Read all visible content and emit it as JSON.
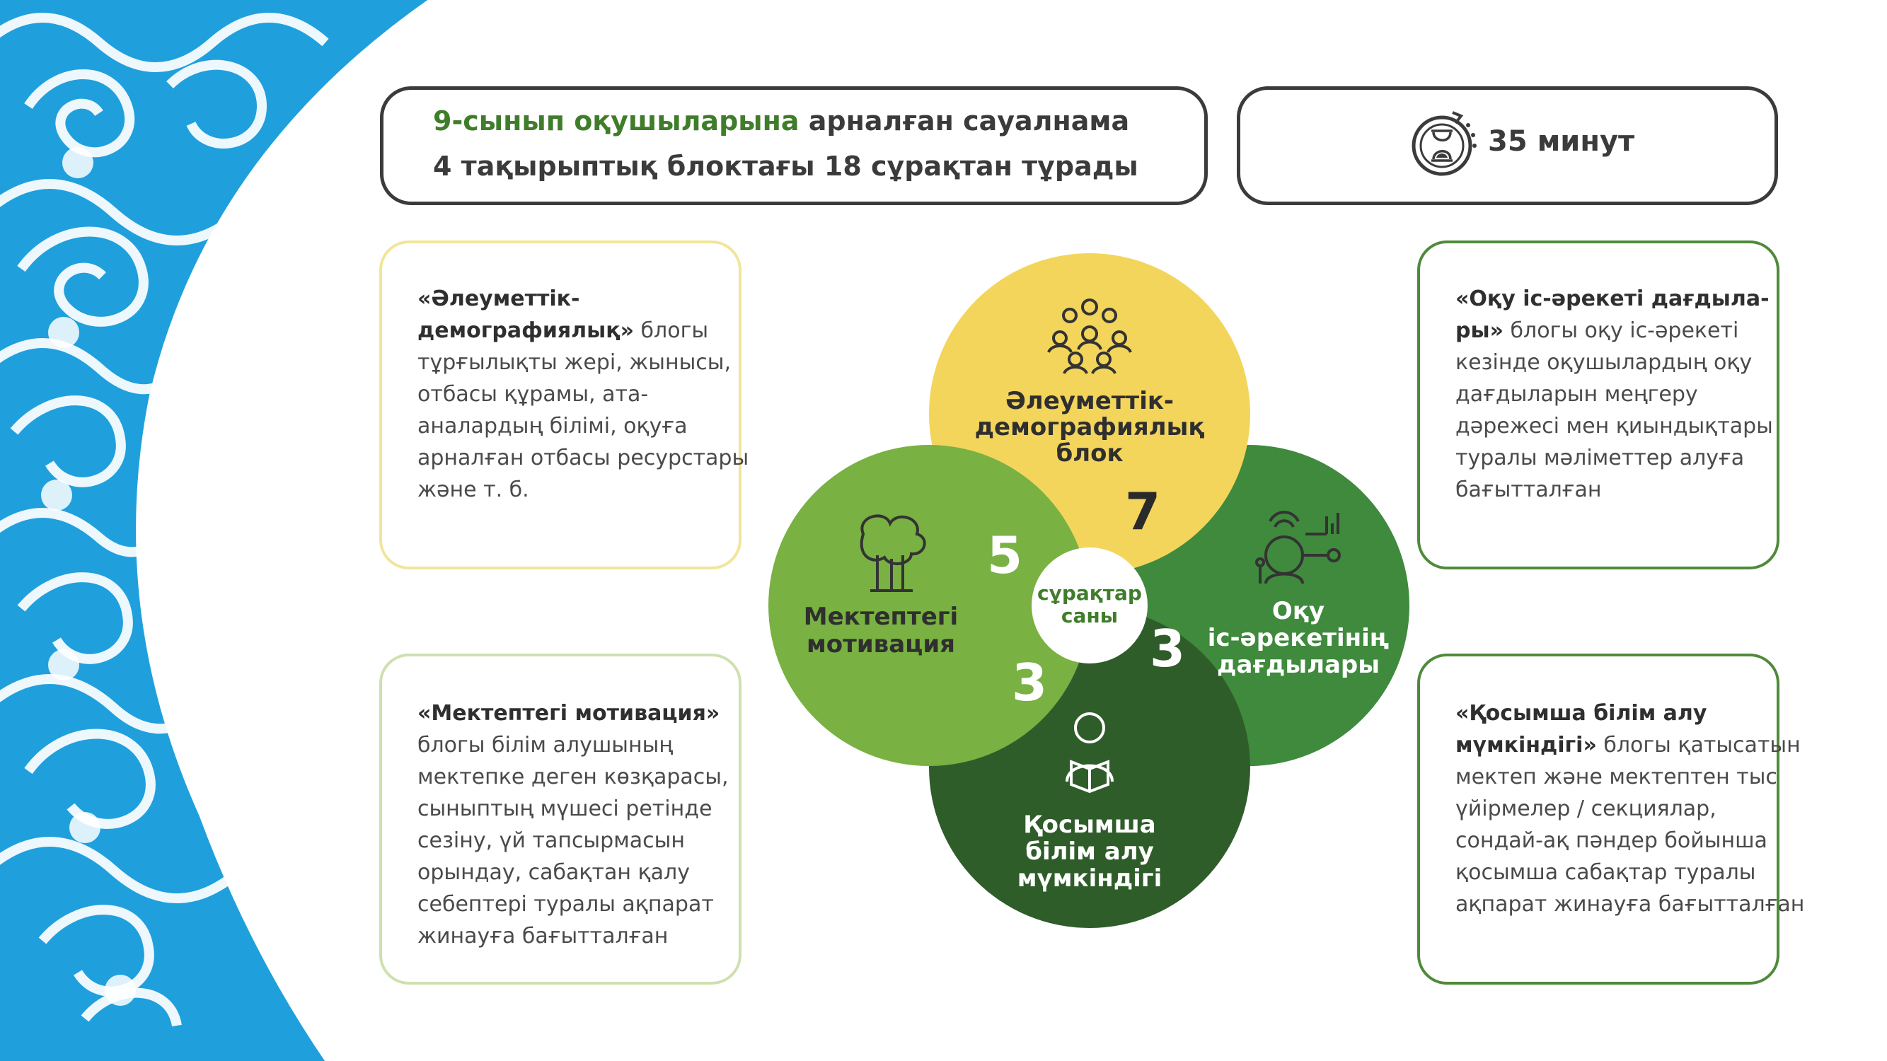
{
  "colors": {
    "yellow": "#f3d55c",
    "light_green": "#79b142",
    "green": "#3f8a3c",
    "dark_green": "#2f5d2a",
    "accent_text": "#3f7d2b",
    "ornament_blue": "#1fa0dd"
  },
  "header": {
    "line1_accent": "9-сынып оқушыларына",
    "line1_rest": " арналған сауалнама",
    "line2": "4 тақырыптық  блоктағы 18 сұрақтан тұрады"
  },
  "time": {
    "icon": "hourglass-timer-icon",
    "text": "35 минут"
  },
  "cards": {
    "social": {
      "title_1": "«Әлеуметтік-",
      "title_2": "демографиялық»",
      "line_2_rest": " блогы",
      "line_3": "тұрғылықты жері, жынысы,",
      "line_4": "отбасы құрамы, ата-",
      "line_5": "аналардың білімі, оқуға",
      "line_6": "арналған отбасы ресурстары",
      "line_7": "және т. б."
    },
    "learning": {
      "title_1": "«Оқу іс-әрекеті дағдыла-",
      "title_2": "ры»",
      "line_2_rest": " блогы оқу іс-әрекеті",
      "line_3": "кезінде оқушылардың оқу",
      "line_4": "дағдыларын меңгеру",
      "line_5": "дәрежесі мен қиындықтары",
      "line_6": "туралы мәліметтер алуға",
      "line_7": "бағытталған"
    },
    "motivation": {
      "title_1": "«Мектептегі мотивация»",
      "line_2": "блогы білім алушының",
      "line_3": "мектепке деген көзқарасы,",
      "line_4": "сыныптың мүшесі ретінде",
      "line_5": "сезіну, үй тапсырмасын",
      "line_6": "орындау, сабақтан қалу",
      "line_7": "себептері туралы ақпарат",
      "line_8": "жинауға бағытталған"
    },
    "extra": {
      "title_1": "«Қосымша білім алу",
      "title_2": "мүмкіндігі»",
      "line_2_rest": " блогы қатысатын",
      "line_3": "мектеп және мектептен тыс",
      "line_4": "үйірмелер / секциялар,",
      "line_5": "сондай-ақ пәндер бойынша",
      "line_6": "қосымша сабақтар туралы",
      "line_7": "ақпарат жинауға бағытталған"
    }
  },
  "diagram": {
    "center_line1": "сұрақтар",
    "center_line2": "саны",
    "blocks": {
      "social": {
        "label_1": "Әлеуметтік-",
        "label_2": "демографиялық",
        "label_3": "блок",
        "count": "7",
        "icon": "people-group-icon"
      },
      "motivation": {
        "label_1": "Мектептегі",
        "label_2": "мотивация",
        "count": "5",
        "icon": "thinking-head-icon"
      },
      "learning": {
        "label_1": "Оқу",
        "label_2": "іс-әрекетінің",
        "label_3": "дағдылары",
        "count": "3",
        "icon": "analytics-head-icon"
      },
      "extra": {
        "label_1": "Қосымша",
        "label_2": "білім алу",
        "label_3": "мүмкіндігі",
        "count": "3",
        "icon": "student-reading-icon"
      }
    }
  }
}
